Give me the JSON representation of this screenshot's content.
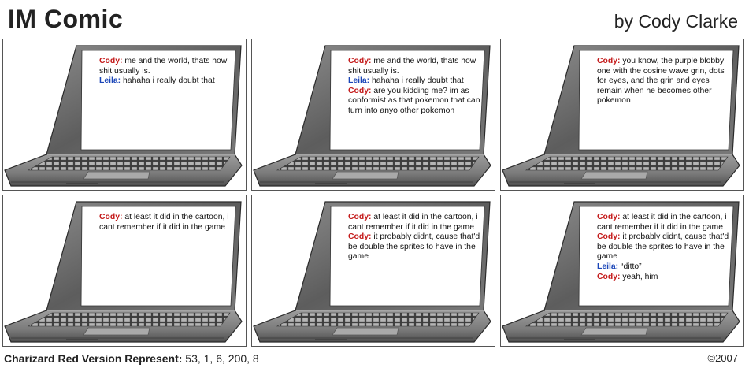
{
  "header": {
    "title": "IM Comic",
    "byline": "by Cody Clarke"
  },
  "colors": {
    "cody": "#c41b1b",
    "leila": "#1b46b8"
  },
  "icons": [
    "laptop-icon"
  ],
  "panels": [
    {
      "lines": [
        {
          "speaker": "Cody:",
          "who": "cody",
          "text": "me and the world, thats how shit usually is."
        },
        {
          "speaker": "Leila:",
          "who": "leila",
          "text": "hahaha i really doubt that"
        }
      ]
    },
    {
      "lines": [
        {
          "speaker": "Cody:",
          "who": "cody",
          "text": "me and the world, thats how shit usually is."
        },
        {
          "speaker": "Leila:",
          "who": "leila",
          "text": "hahaha i really doubt that"
        },
        {
          "speaker": "Cody:",
          "who": "cody",
          "text": "are you kidding me? im as conformist as that pokemon that can turn into anyo other pokemon"
        }
      ]
    },
    {
      "lines": [
        {
          "speaker": "Cody:",
          "who": "cody",
          "text": "you know, the purple blobby one with the cosine wave grin, dots for eyes, and the grin and eyes remain when he becomes other pokemon"
        }
      ]
    },
    {
      "lines": [
        {
          "speaker": "Cody:",
          "who": "cody",
          "text": "at least it did in the cartoon, i cant remember if it did in the game"
        }
      ]
    },
    {
      "lines": [
        {
          "speaker": "Cody:",
          "who": "cody",
          "text": "at least it did in the cartoon, i cant remember if it did in the game"
        },
        {
          "speaker": "Cody:",
          "who": "cody",
          "text": "it probably didnt, cause that'd be double the sprites to have in the game"
        }
      ]
    },
    {
      "lines": [
        {
          "speaker": "Cody:",
          "who": "cody",
          "text": "at least it did in the cartoon, i cant remember if it did in the game"
        },
        {
          "speaker": "Cody:",
          "who": "cody",
          "text": "it probably didnt, cause that'd be double the sprites to have in the game"
        },
        {
          "speaker": "Leila:",
          "who": "leila",
          "text": "“ditto”"
        },
        {
          "speaker": "Cody:",
          "who": "cody",
          "text": "yeah, him"
        }
      ]
    }
  ],
  "footer": {
    "label": "Charizard Red Version Represent:",
    "numbers": "53, 1, 6, 200, 8",
    "copyright": "©2007"
  }
}
